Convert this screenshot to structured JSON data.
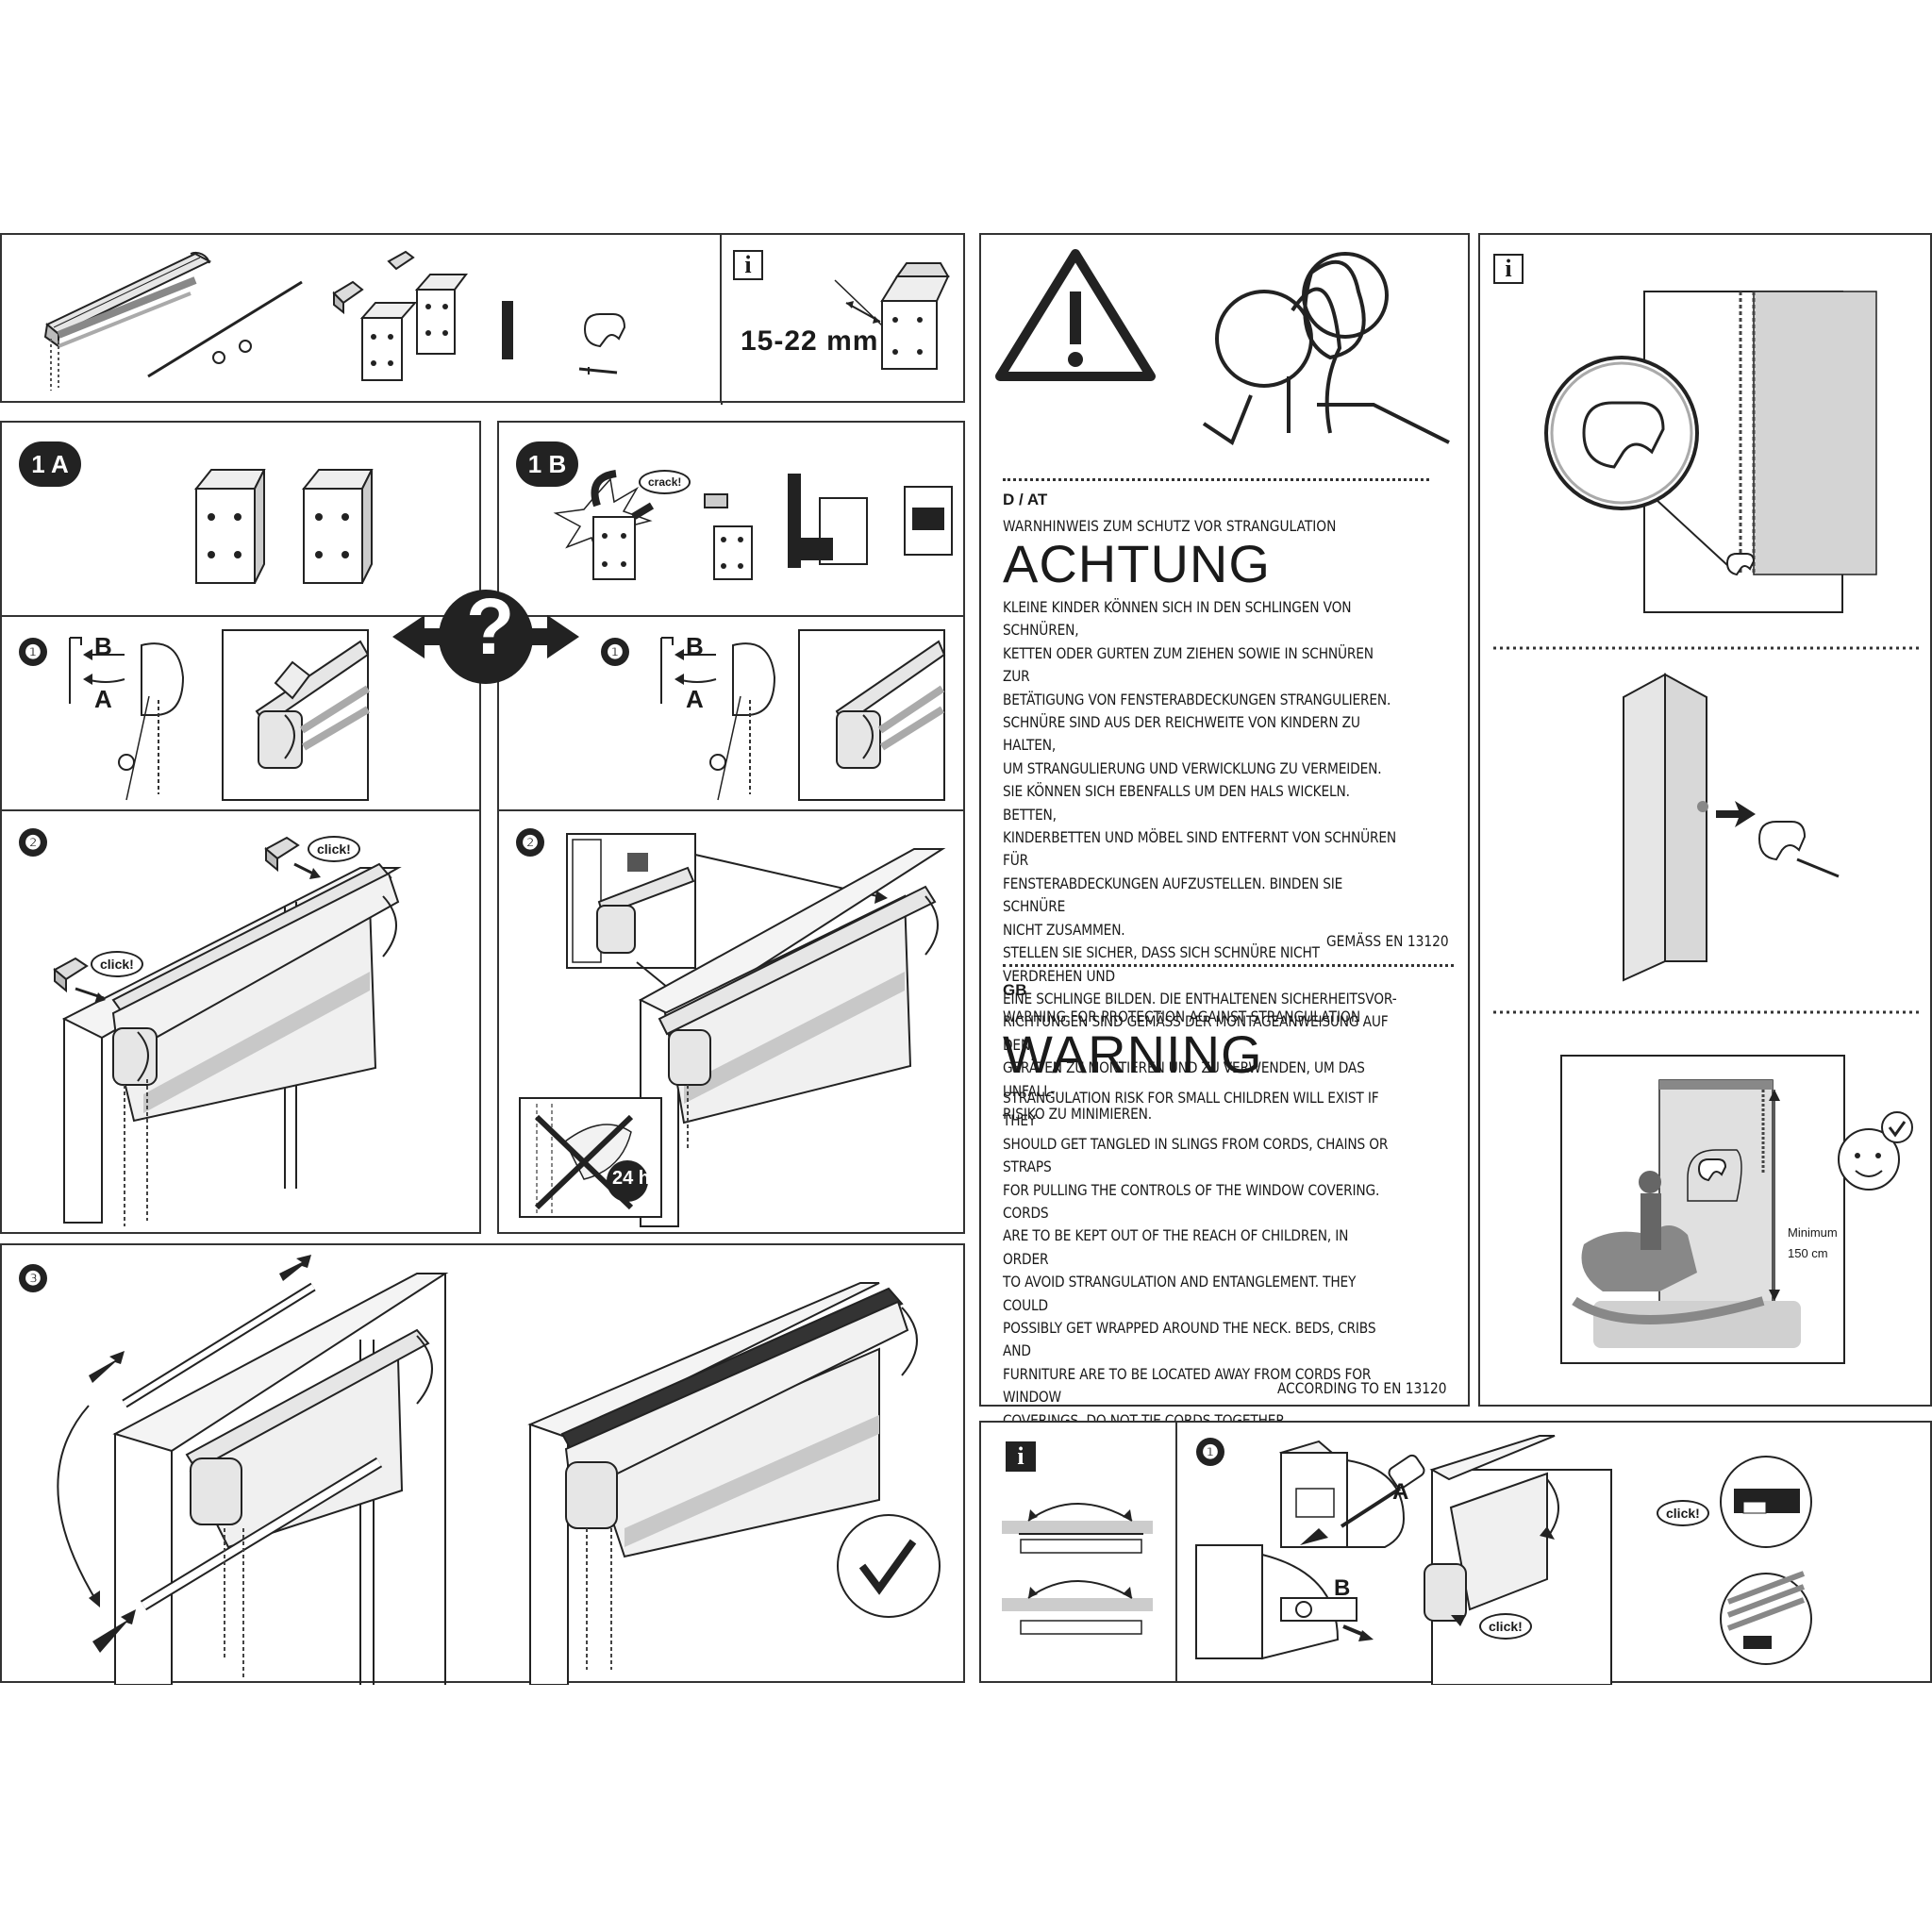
{
  "parts_panel": {
    "dimension": "15-22 mm"
  },
  "options": {
    "badge_a": "1 A",
    "badge_b": "1 B",
    "question": "?"
  },
  "steps": {
    "step1": "❶",
    "step2": "❷",
    "step3": "❸",
    "arrow_b": "B",
    "arrow_a": "A",
    "click": "click!",
    "crack": "crack!",
    "hours": "24 h"
  },
  "warning_de": {
    "lang": "D / AT",
    "subtitle": "WARNHINWEIS ZUM SCHUTZ VOR STRANGULATION",
    "heading": "ACHTUNG",
    "body": "KLEINE KINDER KÖNNEN SICH IN DEN SCHLINGEN VON SCHNÜREN,\nKETTEN ODER GURTEN ZUM ZIEHEN SOWIE IN SCHNÜREN ZUR\nBETÄTIGUNG VON FENSTERABDECKUNGEN STRANGULIEREN.\nSCHNÜRE SIND AUS DER REICHWEITE VON KINDERN ZU HALTEN,\nUM STRANGULIERUNG UND VERWICKLUNG ZU VERMEIDEN.\nSIE KÖNNEN SICH EBENFALLS UM DEN HALS WICKELN. BETTEN,\nKINDERBETTEN UND MÖBEL SIND ENTFERNT VON SCHNÜREN FÜR\nFENSTERABDECKUNGEN AUFZUSTELLEN. BINDEN SIE SCHNÜRE\nNICHT ZUSAMMEN.\nSTELLEN SIE SICHER, DASS SICH SCHNÜRE NICHT VERDREHEN UND\nEINE SCHLINGE BILDEN. DIE ENTHALTENEN SICHERHEITSVOR-\nRICHTUNGEN SIND GEMÄß DER MONTAGEANWEISUNG AUF DEN\nGERÄTEN ZU MONTIEREN UND ZU VERWENDEN, UM DAS UNFALL-\nRISIKO ZU MINIMIEREN.",
    "standard": "GEMÄSS EN 13120"
  },
  "warning_gb": {
    "lang": "GB",
    "subtitle": "WARNING FOR PROTECTION AGAINST STRANGULATION",
    "heading": "WARNING",
    "body": "STRANGULATION RISK FOR SMALL CHILDREN WILL EXIST IF THEY\nSHOULD GET TANGLED IN SLINGS FROM CORDS, CHAINS OR STRAPS\nFOR PULLING THE CONTROLS OF THE WINDOW COVERING. CORDS\nARE TO BE KEPT OUT OF THE REACH OF CHILDREN, IN ORDER\nTO AVOID STRANGULATION AND ENTANGLEMENT. THEY COULD\nPOSSIBLY GET WRAPPED AROUND THE NECK. BEDS, CRIBS AND\nFURNITURE ARE TO BE LOCATED AWAY FROM CORDS FOR WINDOW\nCOVERINGS. DO NOT TIE CORDS TOGETHER.\nMAKE SURE THAT CORDS DO NOT TWIST AND CREATE A SLING.\nINSTALL AND USE THE INCLUDED SAFETY DEVICES ACCORDING TO\nTHE INSTALLATION INSTRUCTIONS ON THESE DEVICES TO\nREDUCE POSSIBILITY OF SUCH AN ACCIDENT.",
    "standard": "ACCORDING TO EN 13120"
  },
  "safety_panel": {
    "minimum_label": "Minimum",
    "minimum_value": "150 cm"
  },
  "info_icon": "i",
  "removal": {
    "label_a": "A",
    "label_b": "B",
    "click": "click!"
  },
  "colors": {
    "ink": "#1a1a1a",
    "frame": "#333333",
    "gray": "#c8c8c8",
    "light": "#e6e6e6"
  }
}
